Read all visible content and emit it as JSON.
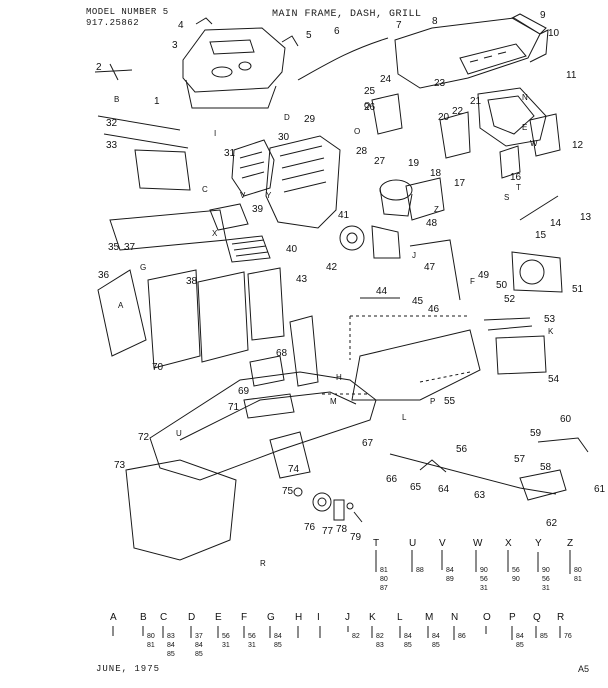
{
  "header": {
    "model_label": "MODEL NUMBER 5",
    "model_number": "917.25862",
    "title": "MAIN FRAME, DASH, GRILL",
    "date": "JUNE, 1975",
    "sheet": "A5"
  },
  "part_numbers": [
    {
      "id": "1"
    },
    {
      "id": "2"
    },
    {
      "id": "3"
    },
    {
      "id": "4"
    },
    {
      "id": "5"
    },
    {
      "id": "6"
    },
    {
      "id": "7"
    },
    {
      "id": "8"
    },
    {
      "id": "9"
    },
    {
      "id": "10"
    },
    {
      "id": "11"
    },
    {
      "id": "12"
    },
    {
      "id": "13"
    },
    {
      "id": "14"
    },
    {
      "id": "15"
    },
    {
      "id": "16"
    },
    {
      "id": "17"
    },
    {
      "id": "18"
    },
    {
      "id": "19"
    },
    {
      "id": "20"
    },
    {
      "id": "21"
    },
    {
      "id": "22"
    },
    {
      "id": "23"
    },
    {
      "id": "24"
    },
    {
      "id": "25"
    },
    {
      "id": "26"
    },
    {
      "id": "27"
    },
    {
      "id": "28"
    },
    {
      "id": "29"
    },
    {
      "id": "30"
    },
    {
      "id": "31"
    },
    {
      "id": "32"
    },
    {
      "id": "33"
    },
    {
      "id": "35"
    },
    {
      "id": "36"
    },
    {
      "id": "37"
    },
    {
      "id": "38"
    },
    {
      "id": "39"
    },
    {
      "id": "40"
    },
    {
      "id": "41"
    },
    {
      "id": "42"
    },
    {
      "id": "43"
    },
    {
      "id": "44"
    },
    {
      "id": "45"
    },
    {
      "id": "46"
    },
    {
      "id": "47"
    },
    {
      "id": "48"
    },
    {
      "id": "49"
    },
    {
      "id": "50"
    },
    {
      "id": "51"
    },
    {
      "id": "52"
    },
    {
      "id": "53"
    },
    {
      "id": "54"
    },
    {
      "id": "55"
    },
    {
      "id": "56"
    },
    {
      "id": "57"
    },
    {
      "id": "58"
    },
    {
      "id": "59"
    },
    {
      "id": "60"
    },
    {
      "id": "61"
    },
    {
      "id": "62"
    },
    {
      "id": "63"
    },
    {
      "id": "64"
    },
    {
      "id": "65"
    },
    {
      "id": "66"
    },
    {
      "id": "67"
    },
    {
      "id": "68"
    },
    {
      "id": "69"
    },
    {
      "id": "70"
    },
    {
      "id": "71"
    },
    {
      "id": "72"
    },
    {
      "id": "73"
    },
    {
      "id": "74"
    },
    {
      "id": "75"
    },
    {
      "id": "76"
    },
    {
      "id": "77"
    },
    {
      "id": "78"
    },
    {
      "id": "79"
    }
  ],
  "letter_callouts": [
    "A",
    "B",
    "C",
    "D",
    "E",
    "F",
    "G",
    "H",
    "I",
    "J",
    "K",
    "L",
    "M",
    "N",
    "O",
    "P",
    "Q",
    "R",
    "S",
    "T",
    "U",
    "V",
    "W",
    "X",
    "Y",
    "Z"
  ],
  "hardware_legend_top": [
    {
      "letter": "T",
      "parts": [
        "81",
        "80",
        "87"
      ]
    },
    {
      "letter": "U",
      "parts": [
        "88"
      ]
    },
    {
      "letter": "V",
      "parts": [
        "84",
        "89"
      ]
    },
    {
      "letter": "W",
      "parts": [
        "90",
        "56",
        "31"
      ]
    },
    {
      "letter": "X",
      "parts": [
        "56",
        "90"
      ]
    },
    {
      "letter": "Y",
      "parts": [
        "90",
        "56",
        "31"
      ]
    },
    {
      "letter": "Z",
      "parts": [
        "80",
        "81"
      ]
    }
  ],
  "hardware_legend_bottom": [
    {
      "letter": "A",
      "parts": []
    },
    {
      "letter": "B",
      "parts": [
        "80",
        "81"
      ]
    },
    {
      "letter": "C",
      "parts": [
        "83",
        "84",
        "85"
      ]
    },
    {
      "letter": "D",
      "parts": [
        "37",
        "84",
        "85"
      ]
    },
    {
      "letter": "E",
      "parts": [
        "56",
        "31"
      ]
    },
    {
      "letter": "F",
      "parts": [
        "56",
        "31"
      ]
    },
    {
      "letter": "G",
      "parts": [
        "84",
        "85"
      ]
    },
    {
      "letter": "H",
      "parts": []
    },
    {
      "letter": "I",
      "parts": []
    },
    {
      "letter": "J",
      "parts": [
        "82"
      ]
    },
    {
      "letter": "K",
      "parts": [
        "82",
        "83"
      ]
    },
    {
      "letter": "L",
      "parts": [
        "84",
        "85"
      ]
    },
    {
      "letter": "M",
      "parts": [
        "84",
        "85"
      ]
    },
    {
      "letter": "N",
      "parts": [
        "86"
      ]
    },
    {
      "letter": "O",
      "parts": []
    },
    {
      "letter": "P",
      "parts": [
        "84",
        "85"
      ]
    },
    {
      "letter": "Q",
      "parts": [
        "85"
      ]
    },
    {
      "letter": "R",
      "parts": [
        "76"
      ]
    }
  ]
}
